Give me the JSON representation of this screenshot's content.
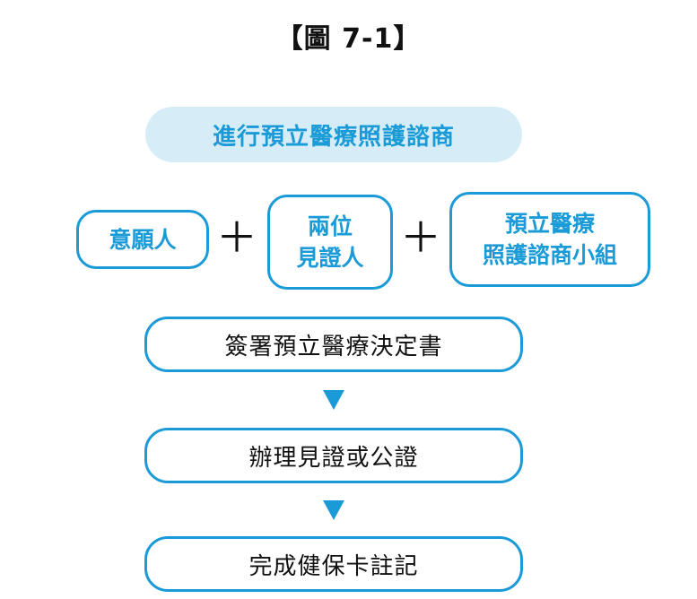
{
  "title": "【圖 7-1】",
  "header": {
    "label": "進行預立醫療照護諮商"
  },
  "participants": [
    {
      "lines": [
        "意願人"
      ]
    },
    {
      "lines": [
        "兩位",
        "見證人"
      ]
    },
    {
      "lines": [
        "預立醫療",
        "照護諮商小組"
      ]
    }
  ],
  "plus_symbol": "＋",
  "steps": [
    {
      "label": "簽署預立醫療決定書"
    },
    {
      "label": "辦理見證或公證"
    },
    {
      "label": "完成健保卡註記"
    }
  ],
  "colors": {
    "accent": "#1a9bd7",
    "header_fill": "#d6edf8",
    "text": "#111111"
  }
}
